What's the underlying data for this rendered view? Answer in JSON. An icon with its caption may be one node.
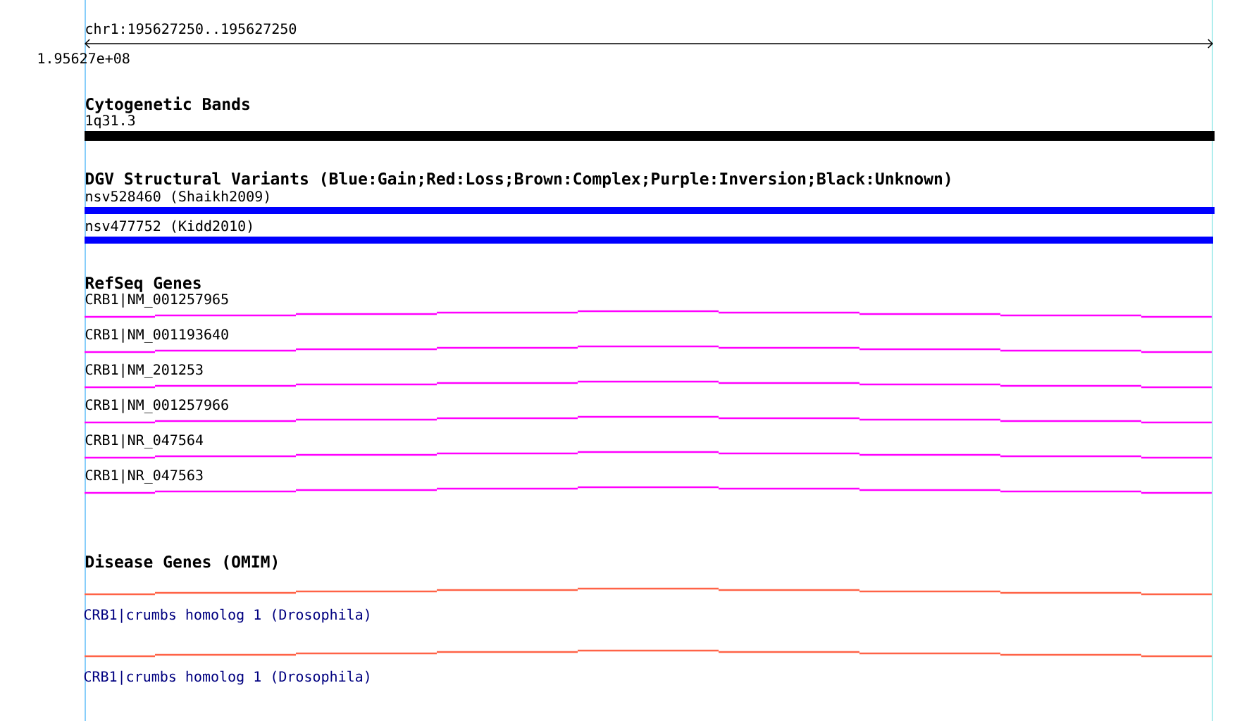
{
  "diagram": {
    "labels": [
      "chr1:195627250..195627250",
      "1.95627e+08",
      "Cytogenetic Bands",
      "1q31.3",
      "DGV Structural Variants (Blue:Gain;Red:Loss;Brown:Complex;Purple:Inversion;Black:Unknown)",
      "nsv528460 (Shaikh2009)",
      "nsv477752 (Kidd2010)",
      "RefSeq Genes",
      "CRB1|NM_001257965",
      "CRB1|NM_001193640",
      "CRB1|NM_201253",
      "CRB1|NM_001257966",
      "CRB1|NR_047564",
      "CRB1|NR_047563",
      "Disease Genes (OMIM)",
      "CRB1|crumbs homolog 1 (Drosophila)",
      "CRB1|crumbs homolog 1 (Drosophila)"
    ]
  }
}
